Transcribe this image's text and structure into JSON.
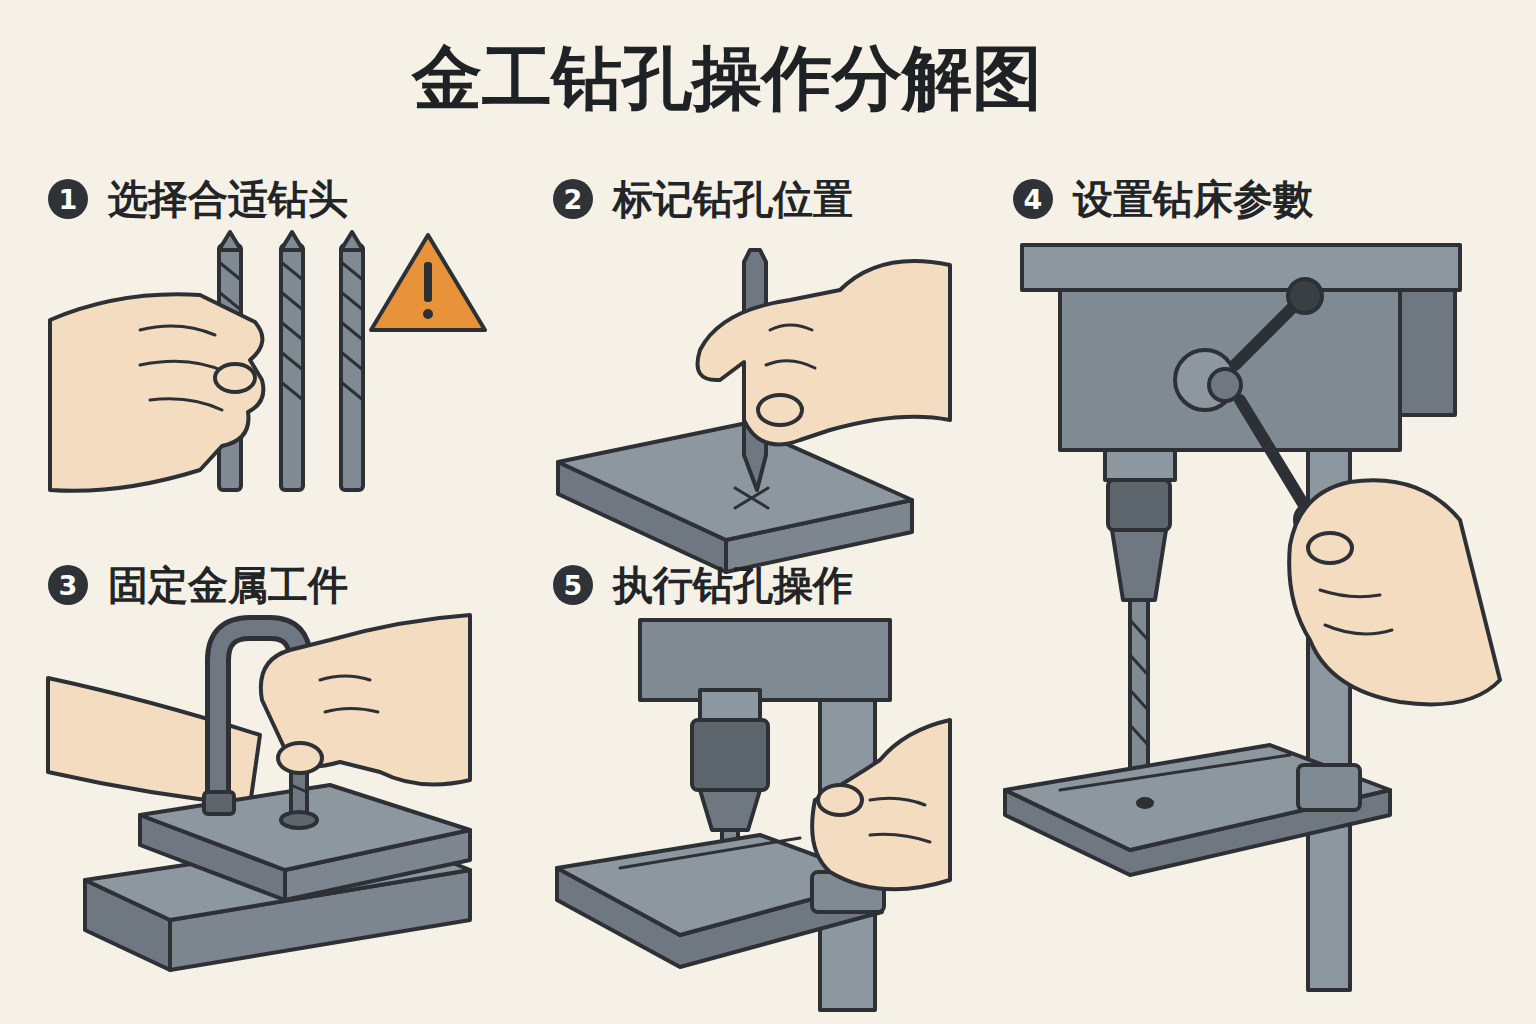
{
  "diagram": {
    "title": "金工钻孔操作分解图",
    "nodes": [
      {
        "text": [
          "1",
          "选择合适钻头"
        ]
      },
      {
        "text": [
          "2",
          "标记钻孔位置"
        ]
      },
      {
        "text": [
          "4",
          "设置钻床参數"
        ]
      },
      {
        "text": [
          "3",
          "固定金属工件"
        ]
      },
      {
        "text": [
          "5",
          "执行钻孔操作"
        ]
      }
    ]
  }
}
